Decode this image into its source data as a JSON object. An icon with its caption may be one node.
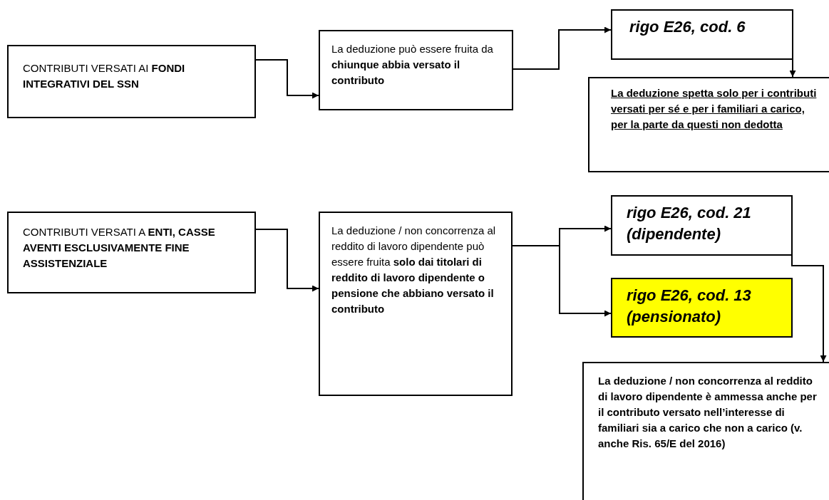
{
  "diagram": {
    "nodes": [
      {
        "text": [
          "CONTRIBUTI VERSATI AI **FONDI INTEGRATIVI DEL SSN**"
        ]
      },
      {
        "text": [
          "La deduzione può essere fruita da **chiunque abbia versato il contributo**"
        ]
      },
      {
        "text": [
          "rigo E26, cod. 6"
        ]
      },
      {
        "text": [
          "La deduzione spetta solo per i contributi versati per sé e per i familiari a carico, per la parte da questi non dedotta"
        ]
      },
      {
        "text": [
          "CONTRIBUTI VERSATI A **ENTI, CASSE AVENTI ESCLUSIVAMENTE FINE ASSISTENZIALE**"
        ]
      },
      {
        "text": [
          "La deduzione / non concorrenza al reddito di lavoro dipendente può essere fruita **solo dai titolari di reddito di lavoro dipendente o pensione che abbiano versato il contributo**"
        ]
      },
      {
        "text": [
          "rigo E26, cod. 21 (dipendente)"
        ]
      },
      {
        "text": [
          "rigo E26, cod. 13 (pensionato)"
        ]
      },
      {
        "text": [
          "La deduzione / non concorrenza al reddito di lavoro dipendente è ammessa anche per il contributo versato nell’interesse di familiari sia a carico che non a carico (v. anche Ris. 65/E del 2016)"
        ]
      }
    ],
    "edges": [
      {
        "from": 0,
        "to": 1,
        "arrow": "to"
      },
      {
        "from": 1,
        "to": 2,
        "arrow": "to"
      },
      {
        "from": 2,
        "to": 3,
        "arrow": "to"
      },
      {
        "from": 4,
        "to": 5,
        "arrow": "to"
      },
      {
        "from": 5,
        "to": 6,
        "arrow": "to"
      },
      {
        "from": 5,
        "to": 7,
        "arrow": "to"
      },
      {
        "from": 6,
        "to": 8,
        "arrow": "to"
      }
    ]
  }
}
